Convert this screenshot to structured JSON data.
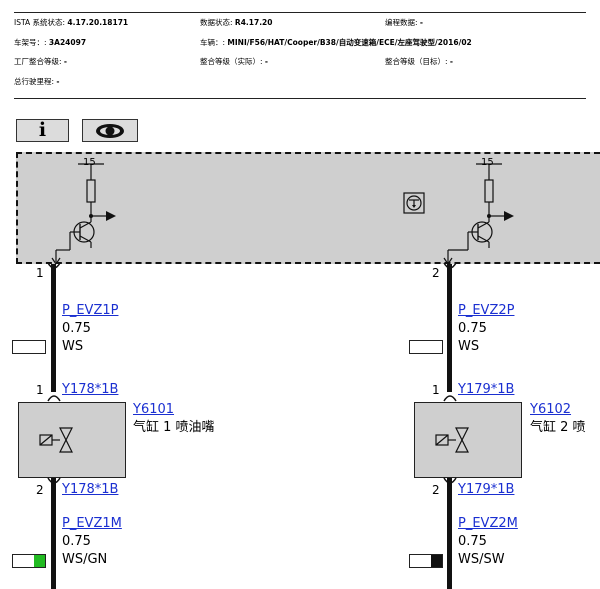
{
  "header": {
    "ista_label": "ISTA 系统状态:",
    "ista_value": "4.17.20.18171",
    "data_label": "数据状态:",
    "data_value": "R4.17.20",
    "prog_label": "编程数据:",
    "prog_value": "-",
    "vin_label": "车架号：:",
    "vin_value": "3A24097",
    "vehicle_label": "车辆：:",
    "vehicle_value": "MINI/F56/HAT/Cooper/B38/自动变速箱/ECE/左座驾驶型/2016/02",
    "factory_label": "工厂整合等级:",
    "factory_value": "-",
    "actual_label": "整合等级（实际）:",
    "actual_value": "-",
    "target_label": "整合等级（目标）:",
    "target_value": "-",
    "mileage_label": "总行驶里程:",
    "mileage_value": "-"
  },
  "toolbar": {
    "info_icon": "i",
    "view_icon": "eye-icon"
  },
  "circuits": [
    {
      "supply": "15",
      "pin_top": "1",
      "wire_top_name": "P_EVZ1P",
      "wire_top_size": "0.75",
      "wire_top_color": "WS",
      "connector_top_pin": "1",
      "connector_top": "Y178*1B",
      "component_id": "Y6101",
      "component_name": "气缸 1 喷油嘴",
      "connector_bottom_pin": "2",
      "connector_bottom": "Y178*1B",
      "wire_bottom_name": "P_EVZ1M",
      "wire_bottom_size": "0.75",
      "wire_bottom_color": "WS/GN",
      "stripe_color": "#22bb22"
    },
    {
      "supply": "15",
      "pin_top": "2",
      "wire_top_name": "P_EVZ2P",
      "wire_top_size": "0.75",
      "wire_top_color": "WS",
      "connector_top_pin": "1",
      "connector_top": "Y179*1B",
      "component_id": "Y6102",
      "component_name": "气缸 2 喷",
      "connector_bottom_pin": "2",
      "connector_bottom": "Y179*1B",
      "wire_bottom_name": "P_EVZ2M",
      "wire_bottom_size": "0.75",
      "wire_bottom_color": "WS/SW",
      "stripe_color": "#111111"
    }
  ]
}
